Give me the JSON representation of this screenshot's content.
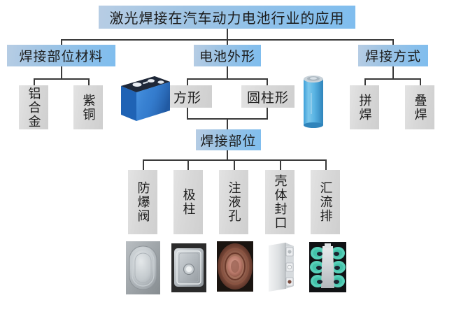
{
  "diagram": {
    "type": "tree-diagram",
    "title": "激光焊接在汽车动力电池行业的应用",
    "nodes": {
      "root": "激光焊接在汽车动力电池行业的应用",
      "branch_material": "焊接部位材料",
      "branch_shape": "电池外形",
      "branch_method": "焊接方式",
      "material_children": [
        "铝合金",
        "紫铜"
      ],
      "shape_children": [
        "方形",
        "圆柱形"
      ],
      "method_children": [
        "拼焊",
        "叠焊"
      ],
      "weld_location": "焊接部位",
      "weld_location_children": [
        "防爆阀",
        "极柱",
        "注液孔",
        "壳体封口",
        "汇流排"
      ]
    },
    "images": {
      "prismatic_cell": "prismatic-battery-cell-photo",
      "cylindrical_cell": "cylindrical-battery-cell-photo",
      "photo_1": "safety-vent-photo",
      "photo_2": "terminal-post-photo",
      "photo_3": "electrolyte-fill-hole-photo",
      "photo_4": "case-seal-photo",
      "photo_5": "busbar-photo"
    },
    "colors": {
      "node_blue": "#8cc0ea",
      "node_gray": "#d8d8d8",
      "line": "#3a3a3a",
      "battery_blue": "#2f6fc0",
      "busbar_teal": "#4fd6c0"
    }
  }
}
